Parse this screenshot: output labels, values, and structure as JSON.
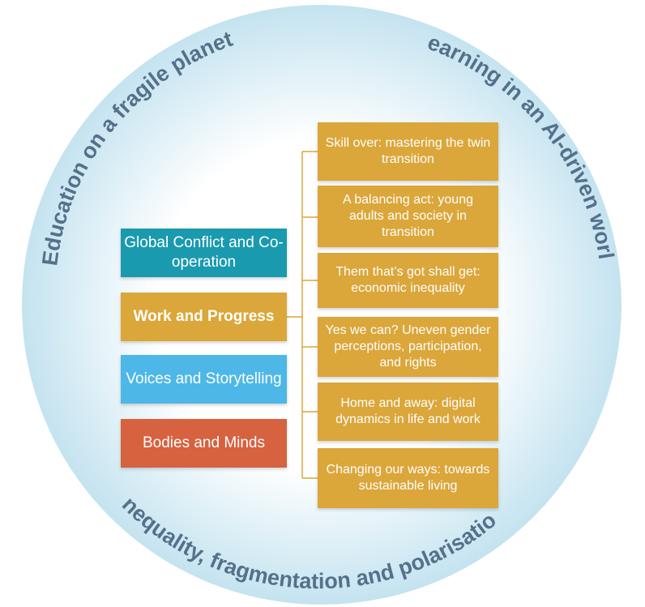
{
  "outer_circle": {
    "ring_labels": [
      "Education on a fragile planet",
      "Learning in an AI-driven world",
      "Inequality, fragmentation and polarisation"
    ]
  },
  "themes": [
    {
      "label": "Global Conflict and Co-operation",
      "color": "#1a9aae"
    },
    {
      "label": "Work and Progress",
      "color": "#dba63a"
    },
    {
      "label": "Voices and Storytelling",
      "color": "#4db7e8"
    },
    {
      "label": "Bodies and Minds",
      "color": "#d6623f"
    }
  ],
  "work_and_progress_subtopics": [
    "Skill over: mastering the twin transition",
    "A balancing act: young adults and society in transition",
    "Them that’s got shall get: economic inequality",
    "Yes we can? Uneven gender  perceptions, participation, and rights",
    "Home and away: digital dynamics in life and work",
    "Changing our ways: towards sustainable living"
  ],
  "colors": {
    "circle_fill_center": "#ffffff",
    "circle_fill_edge": "#c4e3f0",
    "ring_text": "#55708a",
    "connector": "#dba63a"
  }
}
